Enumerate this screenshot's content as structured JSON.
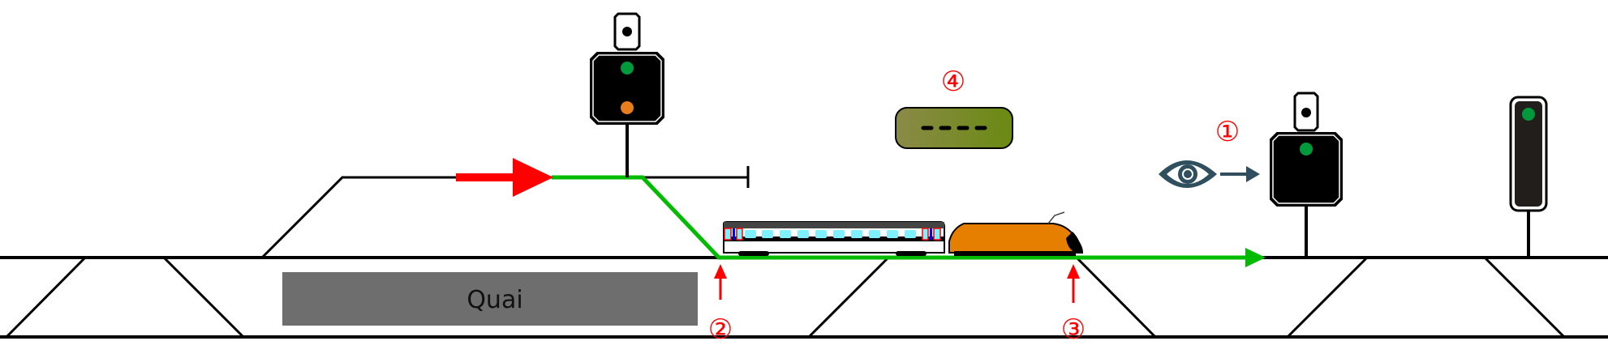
{
  "diagram": {
    "platform_label": "Quai",
    "markers": [
      {
        "id": "1",
        "label": "①"
      },
      {
        "id": "2",
        "label": "②"
      },
      {
        "id": "3",
        "label": "③"
      },
      {
        "id": "4",
        "label": "④"
      }
    ],
    "display_panel": {
      "text": "- - - -"
    },
    "colors": {
      "track": "#000000",
      "route": "#00bb00",
      "red_arrow": "#ff0000",
      "signal_green": "#009a3c",
      "signal_orange": "#e87d1e",
      "platform": "#6e6e6e",
      "eye": "#2f4f5f",
      "loco": "#e67e00",
      "panel_start": "#8a8a40",
      "panel_end": "#6a8a10"
    },
    "signals": [
      {
        "name": "main-signal-left",
        "aspects": [
          "green",
          "orange"
        ],
        "has_indicator": true
      },
      {
        "name": "main-signal-right",
        "aspects": [
          "green"
        ],
        "has_indicator": true
      },
      {
        "name": "dwarf-signal-far-right",
        "aspects": [
          "green"
        ],
        "has_indicator": false
      }
    ]
  }
}
